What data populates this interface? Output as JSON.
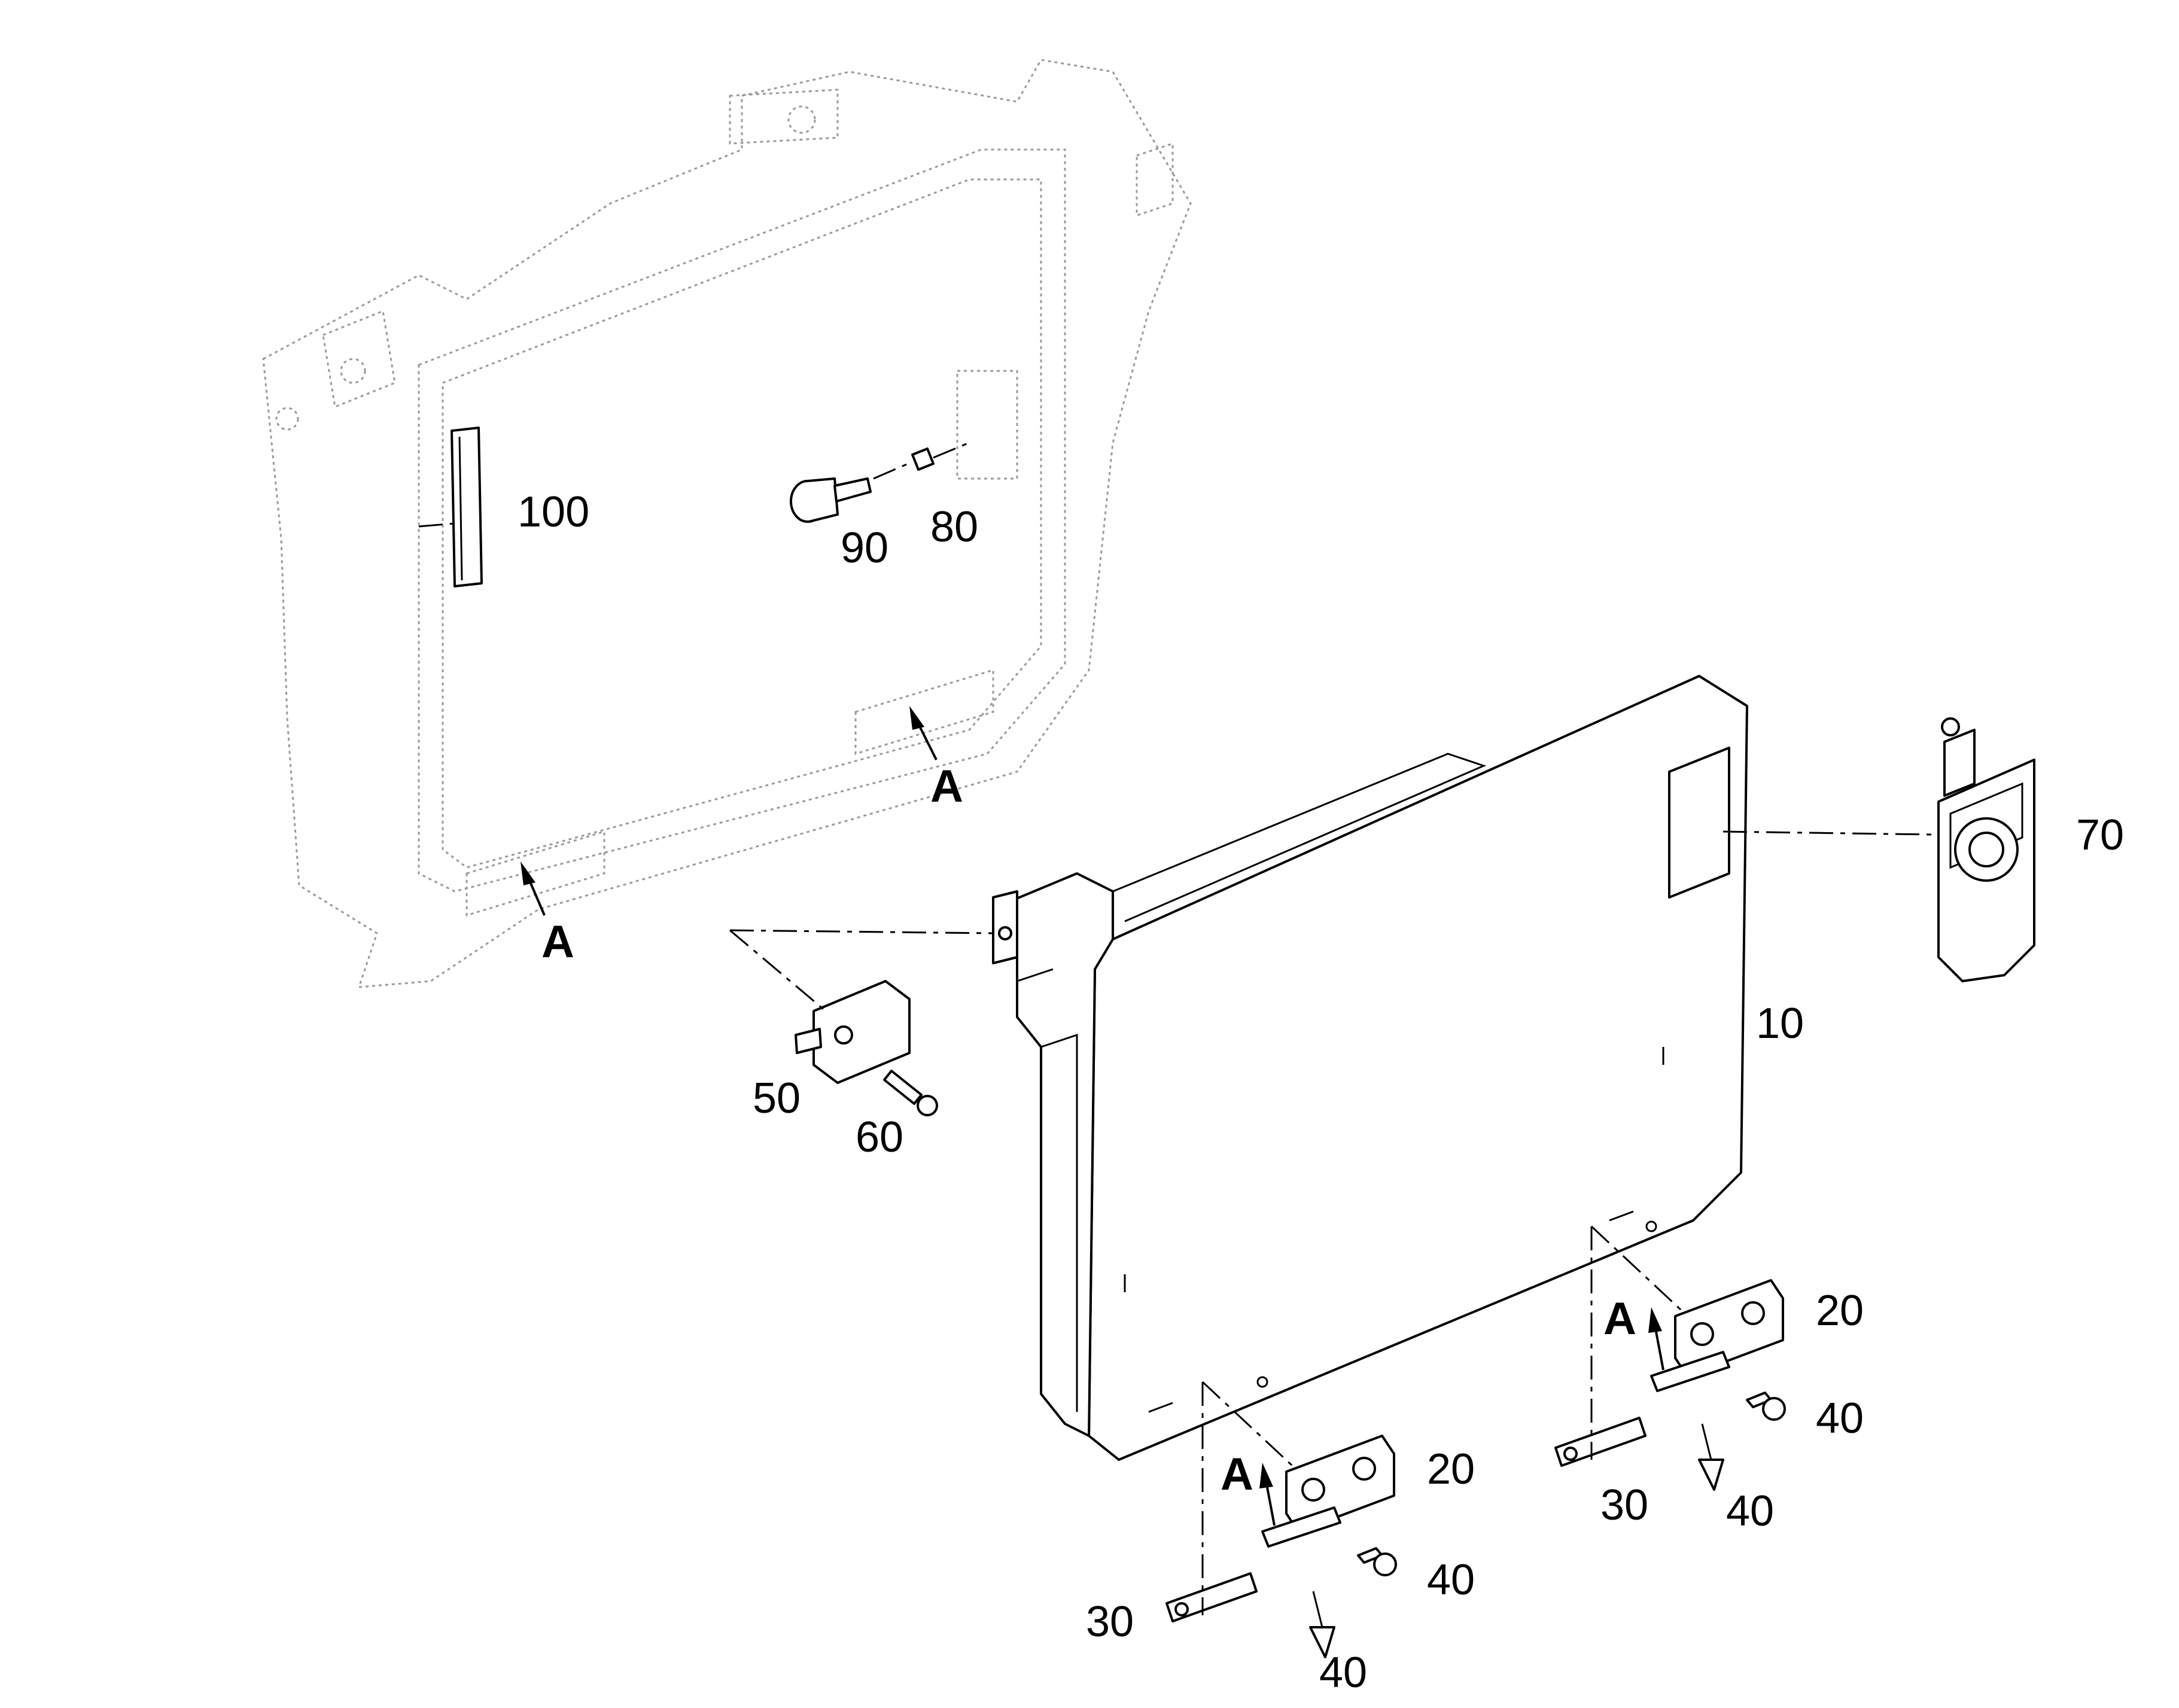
{
  "callouts": {
    "c10": "10",
    "c20a": "20",
    "c20b": "20",
    "c30a": "30",
    "c30b": "30",
    "c40a": "40",
    "c40b": "40",
    "c40c": "40",
    "c40d": "40",
    "c50": "50",
    "c60": "60",
    "c70": "70",
    "c80": "80",
    "c90": "90",
    "c100": "100"
  },
  "view_markers": {
    "a1": "A",
    "a2": "A",
    "a3": "A",
    "a4": "A"
  },
  "colors": {
    "line": "#000000",
    "ghost": "#9a9a9a",
    "background": "#ffffff"
  }
}
